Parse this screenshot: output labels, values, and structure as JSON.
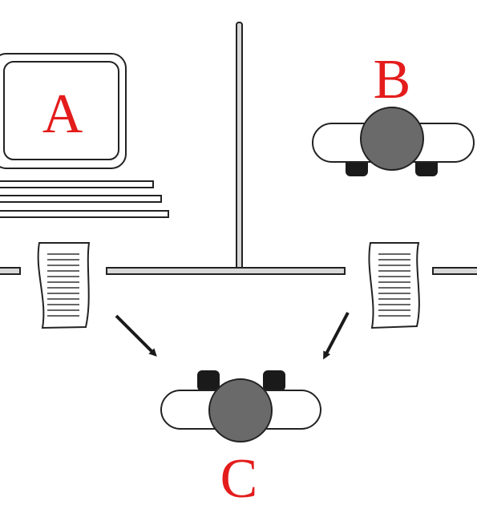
{
  "labels": {
    "computer": "A",
    "hidden_person": "B",
    "interrogator": "C"
  },
  "colors": {
    "label": "#e41c1c",
    "line": "#222222",
    "head": "#6a6a6a",
    "shoe": "#1a1a1a",
    "background": "#ffffff",
    "wall": "#d8d8d8"
  },
  "icons": {
    "computer": "computer-monitor-icon",
    "person_b": "person-top-view-icon",
    "person_c": "person-top-view-icon",
    "paper": "paper-sheet-icon",
    "arrow": "arrow-icon"
  }
}
